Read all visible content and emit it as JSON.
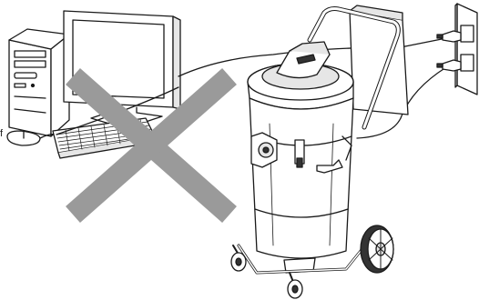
{
  "figure": {
    "edge_text": "f",
    "prohibited_mark": "cross-icon",
    "colors": {
      "line": "#1a1a1a",
      "cross": "#9a9a9a",
      "fill_light": "#ffffff",
      "fill_shade": "#e6e6e6",
      "fill_dark": "#333333"
    },
    "objects": [
      "desktop-computer",
      "mouse",
      "keyboard",
      "wall-outlet",
      "vacuum-cleaner",
      "power-cords"
    ]
  }
}
